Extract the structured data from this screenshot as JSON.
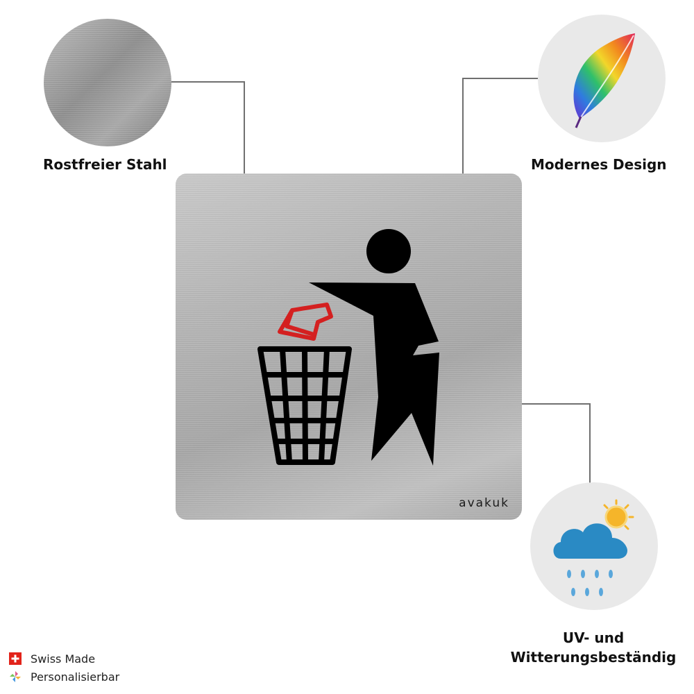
{
  "features": {
    "steel": {
      "label": "Rostfreier Stahl",
      "icon": "brushed-steel-swatch"
    },
    "design": {
      "label": "Modernes Design",
      "icon": "rainbow-feather-icon"
    },
    "weather": {
      "label_line1": "UV- und",
      "label_line2": "Witterungsbeständig",
      "icon": "rain-cloud-sun-icon"
    }
  },
  "sign": {
    "brand": "avakuk",
    "pictogram": "person-throwing-litter-in-bin",
    "colors": {
      "figure": "#000000",
      "litter": "#d42020",
      "plate": "#b5b5b5"
    }
  },
  "badges": [
    {
      "label": "Swiss Made",
      "icon": "swiss-flag-icon"
    },
    {
      "label": "Personalisierbar",
      "icon": "pinwheel-icon"
    }
  ],
  "colors": {
    "text": "#111111",
    "connector": "#6f6f6f",
    "circle_bg": "#e9e9e9",
    "cloud": "#2a8ac4",
    "sun": "#f5b52a"
  }
}
